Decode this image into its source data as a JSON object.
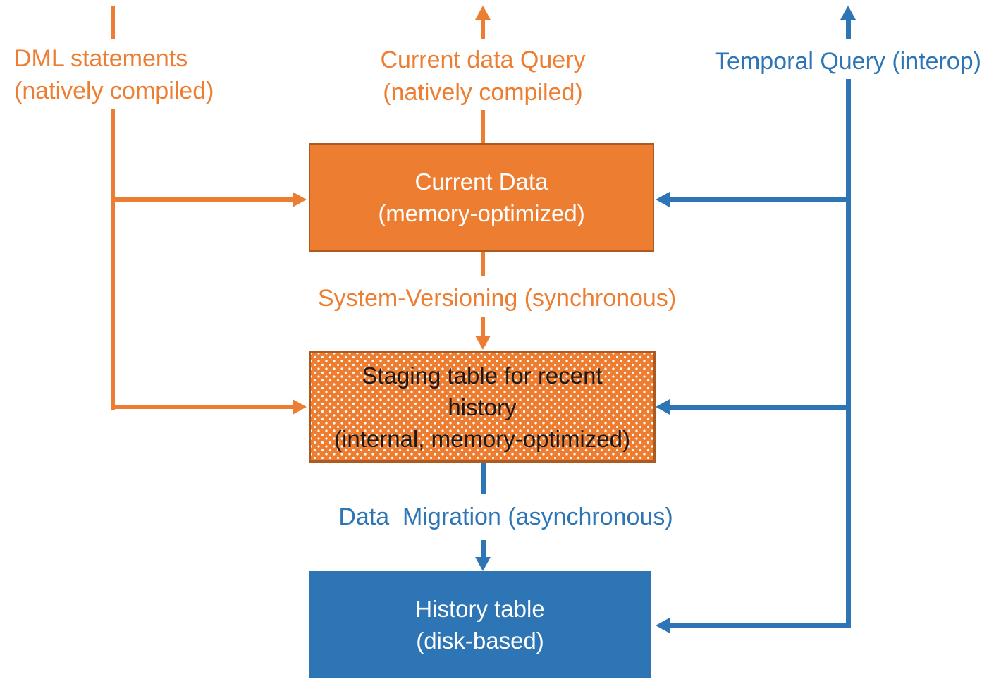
{
  "diagram": {
    "labels": {
      "dml": {
        "line1": "DML statements",
        "line2": "(natively compiled)"
      },
      "current_query": {
        "line1": "Current data Query",
        "line2": "(natively compiled)"
      },
      "temporal_query": "Temporal Query (interop)",
      "system_versioning": "System-Versioning (synchronous)",
      "data_migration": "Data  Migration (asynchronous)"
    },
    "nodes": {
      "current_data": {
        "title": "Current Data",
        "subtitle": "(memory-optimized)"
      },
      "staging": {
        "title": "Staging table for recent history",
        "subtitle": "(internal, memory-optimized)"
      },
      "history": {
        "title": "History table",
        "subtitle": "(disk-based)"
      }
    },
    "colors": {
      "orange": "#ED7D31",
      "orange_border": "#AD5A21",
      "blue": "#2E75B6",
      "box_text_light": "#FFFFFF",
      "box_text_dark": "#1A1A1A"
    }
  }
}
